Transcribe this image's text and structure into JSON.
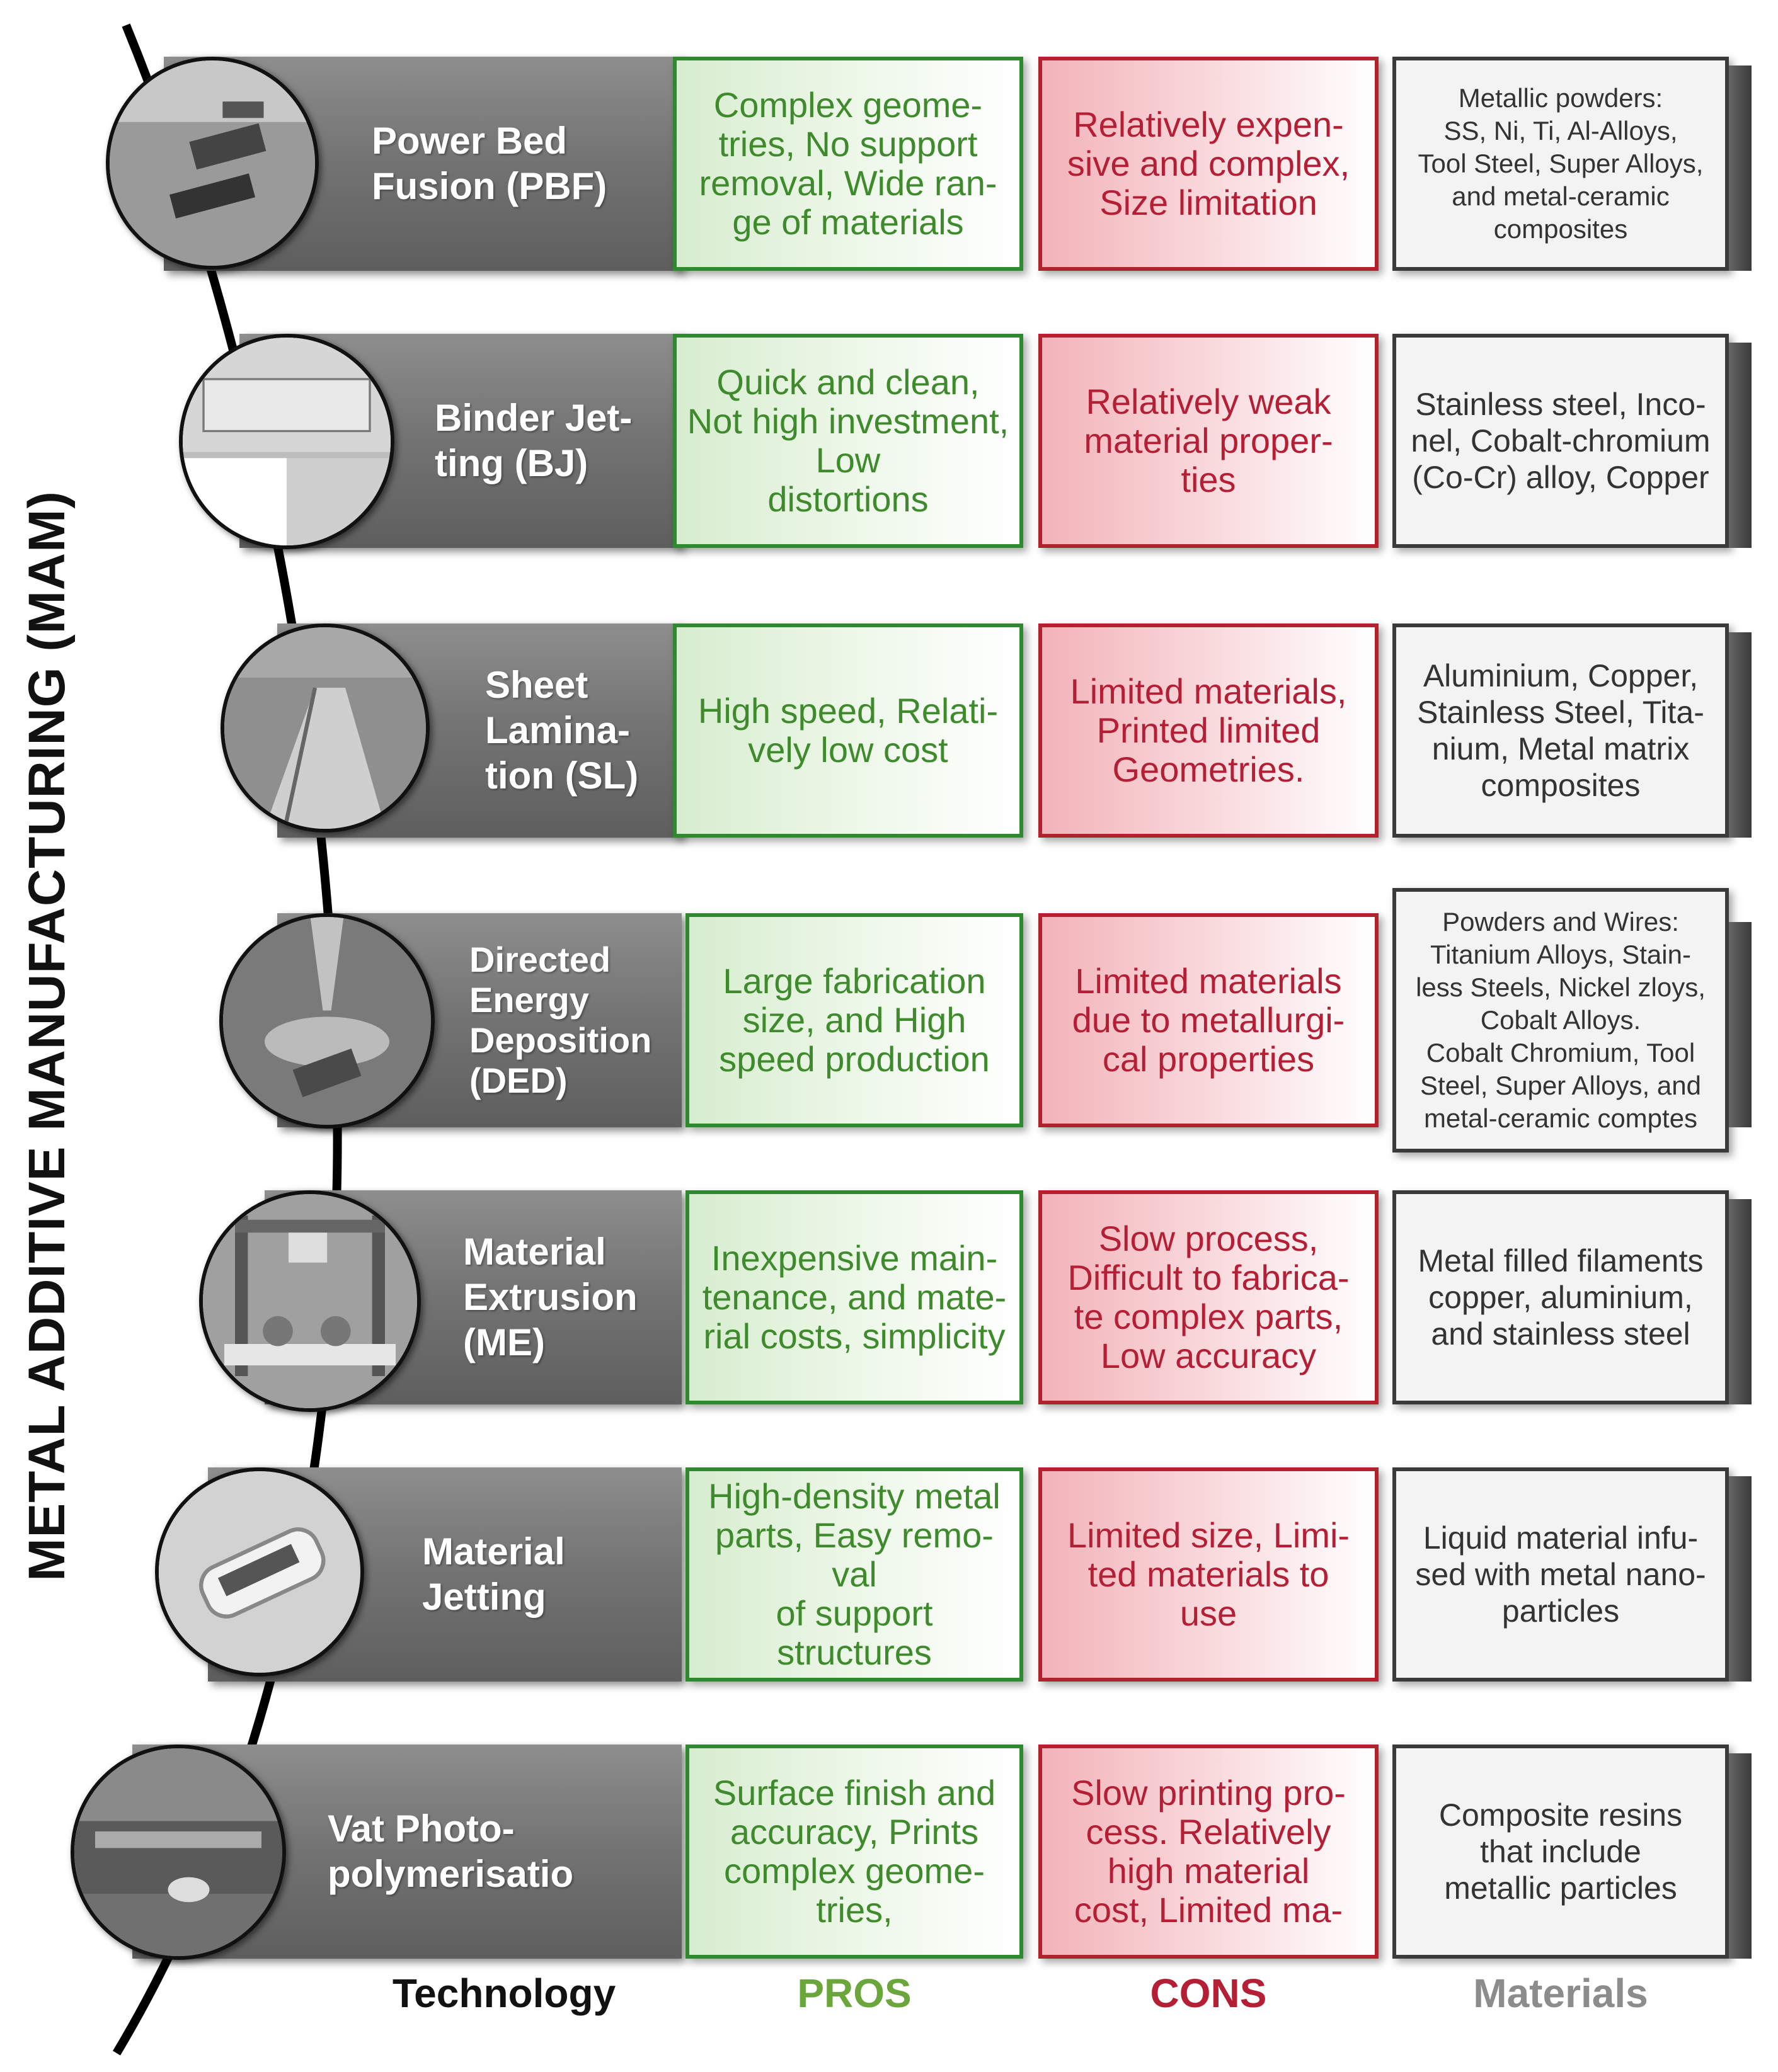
{
  "title": "METAL ADDITIVE MANUFACTURING (MAM)",
  "column_headers": {
    "technology": "Technology",
    "pros": "PROS",
    "cons": "CONS",
    "materials": "Materials"
  },
  "colors": {
    "pros": "#3f8a2c",
    "cons": "#b41f36",
    "materials": "#8c8c8c",
    "technology": "#111111"
  },
  "rows": [
    {
      "technology": "Power Bed\nFusion (PBF)",
      "pros": "Complex geome-\ntries, No support\nremoval, Wide ran-\nge of materials",
      "cons": "Relatively expen-\nsive and complex,\nSize limitation",
      "materials": "Metallic powders:\nSS, Ni, Ti, Al-Alloys,\nTool Steel, Super Alloys,\nand metal-ceramic\ncomposites"
    },
    {
      "technology": "Binder Jet-\nting (BJ)",
      "pros": "Quick and clean,\nNot high investment,\nLow\ndistortions",
      "cons": "Relatively weak\nmaterial proper-\nties",
      "materials": "Stainless steel, Inco-\nnel, Cobalt-chromium\n(Co-Cr) alloy, Copper"
    },
    {
      "technology": "Sheet\nLamina-\ntion (SL)",
      "pros": "High speed, Relati-\nvely low cost",
      "cons": "Limited materials,\nPrinted limited\nGeometries.",
      "materials": "Aluminium, Copper,\nStainless Steel, Tita-\nnium, Metal matrix\ncomposites"
    },
    {
      "technology": "Directed\nEnergy\nDeposition\n(DED)",
      "pros": "Large fabrication\nsize, and High\nspeed production",
      "cons": "Limited materials\ndue to metallurgi-\ncal properties",
      "materials": "Powders and Wires:\nTitanium Alloys, Stain-\nless Steels, Nickel zloys,\nCobalt Alloys.\nCobalt Chromium, Tool\nSteel, Super Alloys, and\nmetal-ceramic comptes"
    },
    {
      "technology": "Material\nExtrusion\n(ME)",
      "pros": "Inexpensive main-\ntenance, and mate-\nrial costs, simplicity",
      "cons": "Slow process,\nDifficult to fabrica-\nte complex parts,\nLow accuracy",
      "materials": "Metal filled filaments\ncopper, aluminium,\nand stainless steel"
    },
    {
      "technology": "Material\nJetting",
      "pros": "High-density metal\nparts, Easy remo-\nval\nof support\nstructures",
      "cons": "Limited size, Limi-\nted materials to\nuse",
      "materials": "Liquid material infu-\nsed with metal nano-\nparticles"
    },
    {
      "technology": "Vat Photo-\npolymerisatio",
      "pros": "Surface finish and\naccuracy, Prints\ncomplex geome-\ntries,",
      "cons": "Slow printing pro-\ncess. Relatively\nhigh material\ncost, Limited ma-",
      "materials": "Composite resins\nthat include\nmetallic particles"
    }
  ]
}
